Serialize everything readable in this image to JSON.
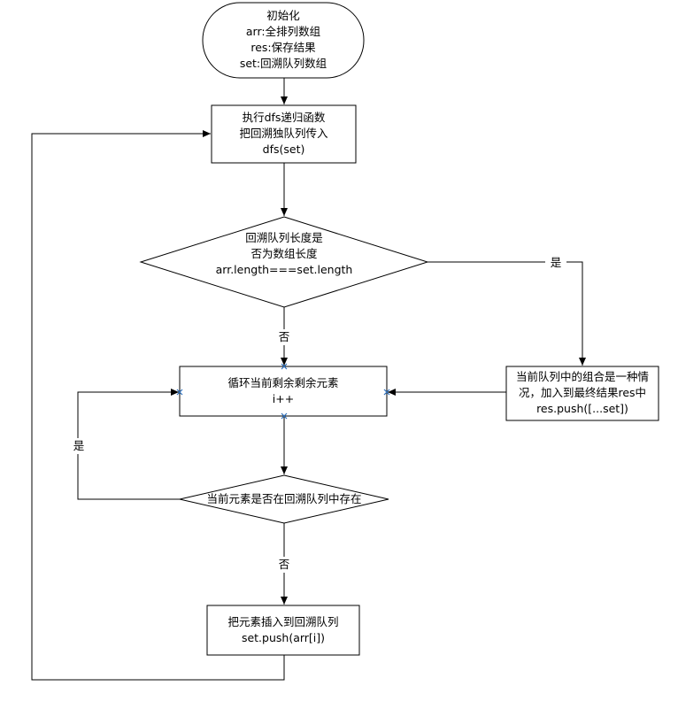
{
  "nodes": {
    "init": {
      "lines": [
        "初始化",
        "arr:全排列数组",
        "res:保存结果",
        "set:回溯队列数组"
      ]
    },
    "dfs": {
      "lines": [
        "执行dfs递归函数",
        "把回溯独队列传入",
        "dfs(set)"
      ]
    },
    "check_len": {
      "lines": [
        "回溯队列长度是",
        "否为数组长度",
        "arr.length===set.length"
      ]
    },
    "push_res": {
      "lines": [
        "当前队列中的组合是一种情",
        "况，加入到最终结果res中",
        "res.push([...set])"
      ]
    },
    "loop": {
      "lines": [
        "循环当前剩余剩余元素",
        "i++"
      ]
    },
    "check_exist": {
      "lines": [
        "当前元素是否在回溯队列中存在"
      ]
    },
    "insert": {
      "lines": [
        "把元素插入到回溯队列",
        "set.push(arr[i])"
      ]
    }
  },
  "edge_labels": {
    "yes_right": "是",
    "no_down": "否",
    "yes_left": "是",
    "no_down2": "否"
  },
  "colors": {
    "stroke": "#000000",
    "fill": "#ffffff",
    "marker": "#2a6ebb"
  }
}
